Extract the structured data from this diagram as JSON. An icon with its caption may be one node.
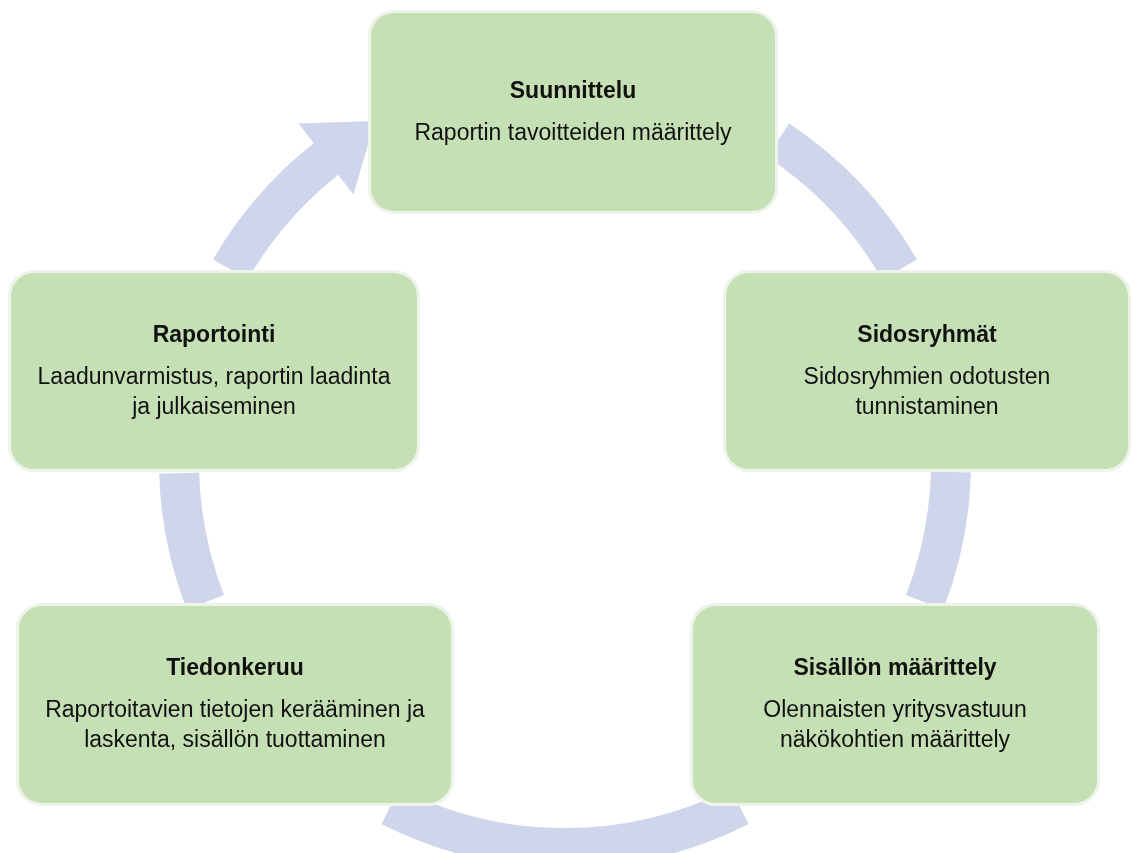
{
  "diagram": {
    "nodes": [
      {
        "text": [
          "Suunnittelu",
          "Raportin tavoitteiden määrittely"
        ]
      },
      {
        "text": [
          "Sidosryhmät",
          "Sidosryhmien odotusten tunnistaminen"
        ]
      },
      {
        "text": [
          "Sisällön määrittely",
          "Olennaisten yritysvastuun näkökohtien määrittely"
        ]
      },
      {
        "text": [
          "Tiedonkeruu",
          "Raportoitavien tietojen kerääminen ja laskenta, sisällön tuottaminen"
        ]
      },
      {
        "text": [
          "Raportointi",
          "Laadunvarmistus, raportin laadinta ja julkaiseminen"
        ]
      }
    ],
    "edges": [
      {
        "from": 0,
        "to": 1,
        "arrow": "none"
      },
      {
        "from": 1,
        "to": 2,
        "arrow": "none"
      },
      {
        "from": 2,
        "to": 3,
        "arrow": "none"
      },
      {
        "from": 3,
        "to": 4,
        "arrow": "none"
      },
      {
        "from": 4,
        "to": 0,
        "arrow": "to"
      }
    ]
  }
}
